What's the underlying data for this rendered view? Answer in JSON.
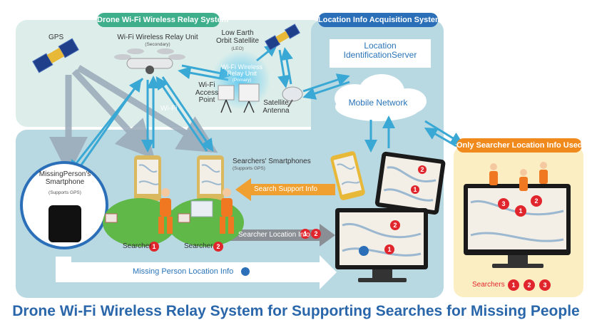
{
  "title": "Drone Wi-Fi Wireless Relay System for Supporting Searches for Missing People",
  "sections": {
    "drone_system": "Drone Wi-Fi Wireless Relay System",
    "location_system": "Location Info Acquisition System",
    "searcher_only": "Only Searcher Location Info Used"
  },
  "labels": {
    "gps": "GPS",
    "relay_secondary": "Wi-Fi Wireless Relay Unit",
    "relay_secondary_sub": "(Secondary)",
    "leo": "Low Earth Orbit Satellite",
    "leo_sub": "(LEO)",
    "relay_primary": "Wi-Fi Wireless Relay Unit",
    "relay_primary_sub": "(Primary)",
    "access_point": "Wi-Fi Access Point",
    "satellite_antenna": "Satellite Antenna",
    "wifi": "Wi-Fi",
    "server": "Location IdentificationServer",
    "mobile_network": "Mobile Network",
    "searchers_smartphones": "Searchers' Smartphones",
    "supports_gps": "(Supports GPS)",
    "missing_phone": "MissingPerson's Smartphone",
    "missing_phone_sub": "(Supports GPS)",
    "search_support": "Search Support Info",
    "searcher_location": "Searcher Location Info",
    "missing_location": "Missing Person Location Info",
    "searcher1": "Searcher",
    "searcher2": "Searcher",
    "searchers": "Searchers"
  },
  "pins": {
    "one": "1",
    "two": "2",
    "three": "3"
  },
  "colors": {
    "title": "#2a66aa",
    "header_green": "#3fae8a",
    "header_blue": "#2a6fb8",
    "header_orange": "#f08a1c",
    "panel_blue": "#b8d8e2",
    "panel_light": "#ddeeea",
    "panel_yellow": "#fbeec3",
    "arrow_blue": "#39a8d4",
    "arrow_orange": "#f0a030",
    "pin_red": "#e0262c"
  }
}
